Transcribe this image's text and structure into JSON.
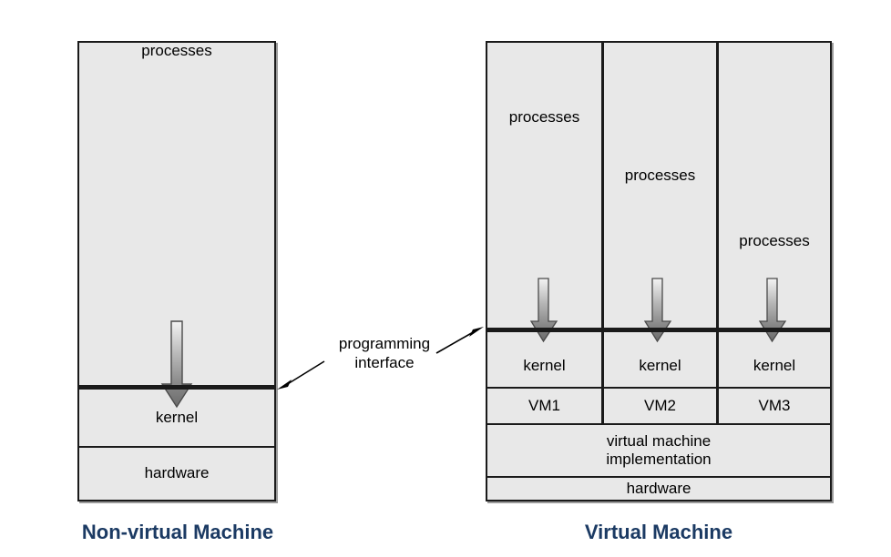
{
  "figure": {
    "title_left": "Non-virtual Machine",
    "title_right": "Virtual Machine",
    "annotation": "programming\ninterface",
    "colors": {
      "box_fill": "#e8e8e8",
      "stroke": "#1a1a1a",
      "caption": "#1b3a63",
      "arrow_top": "#f2f2f2",
      "arrow_bottom": "#6f6f6f",
      "page_background": "#ffffff"
    }
  },
  "non_virtual_machine": {
    "caption": "Non-virtual Machine",
    "layers": [
      {
        "label": "processes",
        "name": "processes"
      },
      {
        "label": "kernel",
        "name": "kernel"
      },
      {
        "label": "hardware",
        "name": "hardware"
      }
    ],
    "interface_line_label": "programming interface",
    "arrow_label": "system-call-arrow"
  },
  "virtual_machine": {
    "caption": "Virtual Machine",
    "columns": [
      {
        "processes": "processes",
        "kernel": "kernel",
        "vm": "VM1"
      },
      {
        "processes": "processes",
        "kernel": "kernel",
        "vm": "VM2"
      },
      {
        "processes": "processes",
        "kernel": "kernel",
        "vm": "VM3"
      }
    ],
    "shared_layers": [
      {
        "label": "virtual machine\nimplementation",
        "name": "vm-implementation"
      },
      {
        "label": "hardware",
        "name": "hardware"
      }
    ],
    "interface_line_label": "programming interface",
    "arrow_label": "system-call-arrow"
  }
}
